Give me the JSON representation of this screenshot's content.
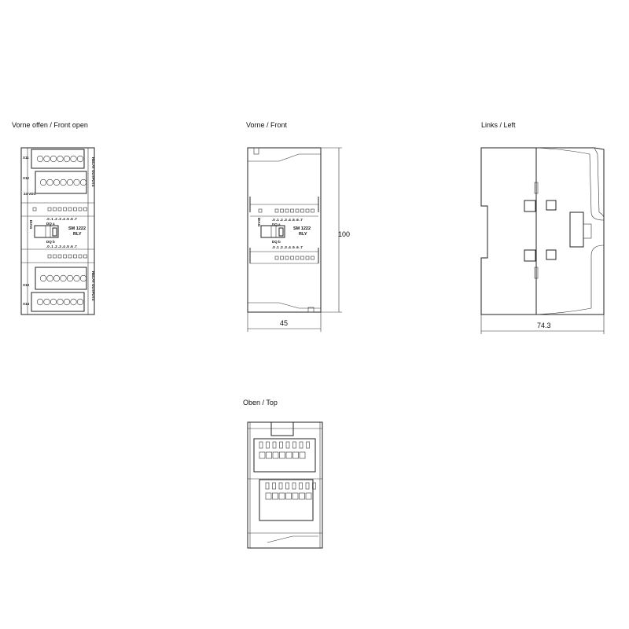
{
  "views": {
    "front_open": {
      "title": "Vorne offen / Front open"
    },
    "front": {
      "title": "Vorne / Front"
    },
    "left": {
      "title": "Links / Left"
    },
    "top": {
      "title": "Oben / Top"
    }
  },
  "dimensions": {
    "height": "100",
    "width": "45",
    "depth": "74.3"
  },
  "device": {
    "model": "SM 1222",
    "type": "RLY",
    "group_a": "DQ a",
    "group_b": "DQ b",
    "diag": "DIAG",
    "channel_labels": ".0 .1 .2 .3 .4 .5 .6 .7",
    "relay_outputs": "RELAY OUTPUTS",
    "supply": "24 VDC",
    "connector_x11": "X11",
    "connector_x12": "X12",
    "connector_x13": "X13",
    "connector_x14": "X14"
  },
  "colors": {
    "line": "#222222",
    "background": "#ffffff"
  }
}
